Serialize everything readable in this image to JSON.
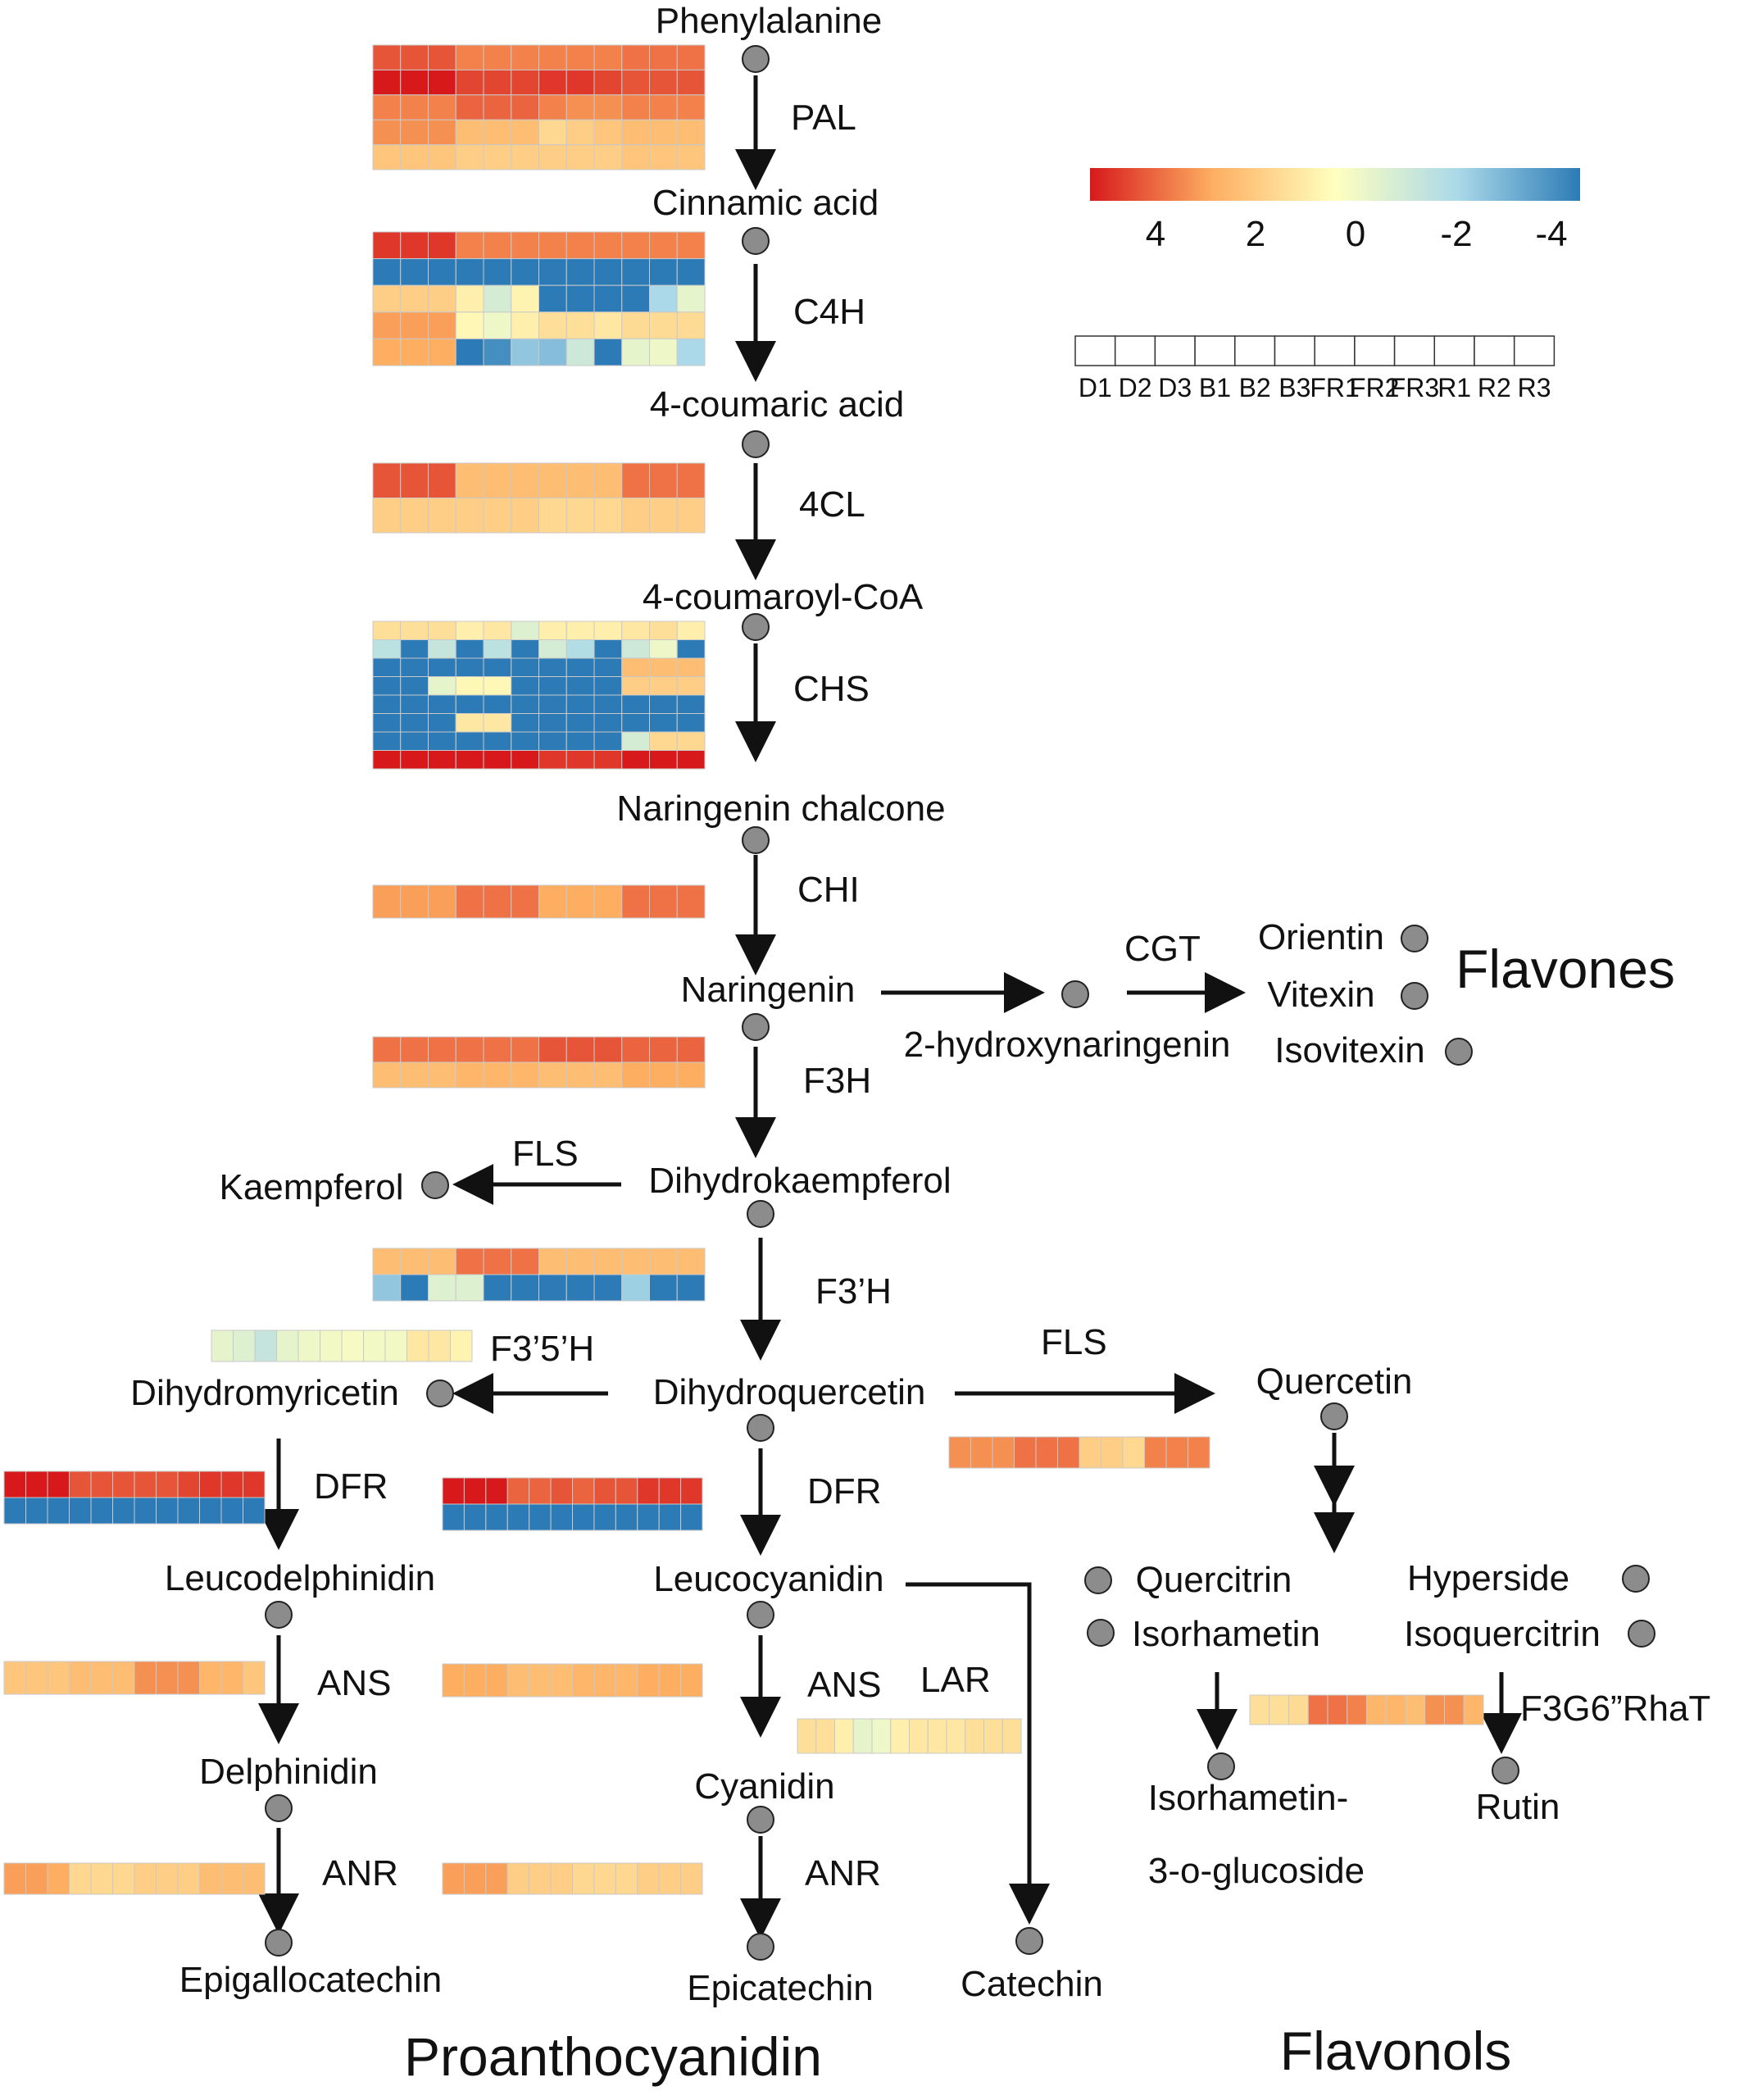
{
  "labels": {
    "phenylalanine": "Phenylalanine",
    "cinnamic": "Cinnamic acid",
    "coumaric": "4-coumaric acid",
    "coumaroyl": "4-coumaroyl-CoA",
    "chalcone": "Naringenin chalcone",
    "naringenin": "Naringenin",
    "hydroxynaringenin": "2-hydroxynaringenin",
    "orientin": "Orientin",
    "vitexin": "Vitexin",
    "isovitexin": "Isovitexin",
    "dihydrokaempferol": "Dihydrokaempferol",
    "kaempferol": "Kaempferol",
    "dihydroquercetin": "Dihydroquercetin",
    "dihydromyricetin": "Dihydromyricetin",
    "quercetin": "Quercetin",
    "leucodelphinidin": "Leucodelphinidin",
    "leucocyanidin": "Leucocyanidin",
    "quercitrin": "Quercitrin",
    "isorhametin": "Isorhametin",
    "hyperside": "Hyperside",
    "isoquercitrin": "Isoquercitrin",
    "delphinidin": "Delphinidin",
    "cyanidin": "Cyanidin",
    "isorhametin_glc_1": "Isorhametin-",
    "isorhametin_glc_2": "3-o-glucoside",
    "rutin": "Rutin",
    "epigallocatechin": "Epigallocatechin",
    "epicatechin": "Epicatechin",
    "catechin": "Catechin"
  },
  "enzymes": {
    "pal": "PAL",
    "c4h": "C4H",
    "cl4": "4CL",
    "chs": "CHS",
    "chi": "CHI",
    "cgt": "CGT",
    "f3h": "F3H",
    "fls_left": "FLS",
    "f3ph": "F3’H",
    "f35h": "F3’5’H",
    "fls_right": "FLS",
    "dfr_left": "DFR",
    "dfr_right": "DFR",
    "ans_left": "ANS",
    "ans_right": "ANS",
    "lar": "LAR",
    "f3g6": "F3G6”RhaT",
    "anr_left": "ANR",
    "anr_right": "ANR"
  },
  "groups": {
    "flavones": "Flavones",
    "proanthocyanidin": "Proanthocyanidin",
    "flavonols": "Flavonols"
  },
  "legend": {
    "ticks": [
      "4",
      "2",
      "0",
      "-2",
      "-4"
    ],
    "range": [
      4,
      -4
    ],
    "samples": [
      "D1",
      "D2",
      "D3",
      "B1",
      "B2",
      "B3",
      "FR1",
      "FR2",
      "FR3",
      "R1",
      "R2",
      "R3"
    ],
    "colors": [
      "#d7191c",
      "#fdae61",
      "#ffffbf",
      "#abd9e9",
      "#2c7bb6"
    ]
  },
  "heatmaps": {
    "PAL": [
      [
        3.2,
        3.2,
        3.2,
        2.6,
        2.6,
        2.6,
        2.6,
        2.6,
        2.6,
        2.8,
        2.8,
        2.8
      ],
      [
        4.2,
        4.0,
        4.0,
        3.4,
        3.4,
        3.4,
        3.6,
        3.6,
        3.4,
        3.2,
        3.2,
        3.2
      ],
      [
        2.6,
        2.6,
        2.6,
        3.0,
        3.0,
        3.0,
        2.6,
        2.4,
        2.4,
        2.6,
        2.6,
        2.6
      ],
      [
        2.4,
        2.4,
        2.4,
        1.6,
        1.6,
        1.6,
        1.0,
        1.2,
        1.4,
        1.6,
        1.6,
        1.6
      ],
      [
        1.4,
        1.4,
        1.4,
        1.2,
        1.2,
        1.2,
        1.2,
        1.2,
        1.2,
        1.4,
        1.4,
        1.4
      ]
    ],
    "C4H": [
      [
        3.6,
        3.6,
        3.6,
        2.6,
        2.6,
        2.6,
        2.6,
        2.6,
        2.6,
        2.6,
        2.6,
        2.6
      ],
      [
        -4.2,
        -4.2,
        -4.2,
        -4.2,
        -4.2,
        -4.2,
        -4.2,
        -4.2,
        -4.2,
        -4.2,
        -4.2,
        -4.2
      ],
      [
        1.2,
        1.2,
        1.2,
        0.4,
        -1.0,
        0.3,
        -4.0,
        -4.0,
        -4.0,
        -4.0,
        -2.0,
        -0.6
      ],
      [
        2.2,
        2.2,
        2.2,
        0.2,
        -0.4,
        0.4,
        0.8,
        0.8,
        0.6,
        0.9,
        0.9,
        0.9
      ],
      [
        2.0,
        2.0,
        2.0,
        -4.0,
        -3.6,
        -2.4,
        -2.6,
        -1.2,
        -4.0,
        -0.6,
        -0.4,
        -2.0
      ]
    ],
    "4CL": [
      [
        3.2,
        3.2,
        3.2,
        1.6,
        1.6,
        1.6,
        1.6,
        1.6,
        1.6,
        2.8,
        2.8,
        2.8
      ],
      [
        1.2,
        1.2,
        1.2,
        1.2,
        1.2,
        1.2,
        1.0,
        1.0,
        1.0,
        1.2,
        1.2,
        1.2
      ]
    ],
    "CHS": [
      [
        0.8,
        0.8,
        0.8,
        0.4,
        0.6,
        -0.8,
        0.4,
        0.4,
        0.4,
        0.6,
        0.8,
        0.4
      ],
      [
        -1.6,
        -4.0,
        -1.4,
        -4.0,
        -1.6,
        -4.0,
        -1.0,
        -1.8,
        -4.0,
        -1.2,
        -0.4,
        -4.0
      ],
      [
        -4.0,
        -4.0,
        -4.0,
        -4.0,
        -4.0,
        -4.0,
        -4.0,
        -4.0,
        -4.0,
        1.6,
        1.6,
        1.6
      ],
      [
        -4.0,
        -4.0,
        -0.6,
        0.2,
        0.2,
        -4.0,
        -4.0,
        -4.0,
        -4.0,
        1.2,
        1.2,
        1.2
      ],
      [
        -4.0,
        -4.0,
        -4.0,
        -4.0,
        -4.0,
        -4.0,
        -4.0,
        -4.0,
        -4.0,
        -4.0,
        -4.0,
        -4.0
      ],
      [
        -4.0,
        -4.0,
        -4.0,
        0.6,
        0.6,
        -4.0,
        -4.0,
        -4.0,
        -4.0,
        -4.0,
        -4.0,
        -4.0
      ],
      [
        -4.0,
        -4.0,
        -4.0,
        -4.0,
        -4.0,
        -4.0,
        -4.0,
        -4.0,
        -4.0,
        -1.0,
        1.0,
        1.0
      ],
      [
        4.2,
        4.2,
        4.2,
        4.0,
        4.0,
        4.0,
        3.6,
        3.6,
        3.6,
        4.2,
        4.2,
        4.2
      ]
    ],
    "CHI": [
      [
        2.2,
        2.2,
        2.2,
        2.8,
        2.8,
        2.8,
        2.0,
        2.0,
        2.0,
        2.8,
        2.8,
        2.8
      ]
    ],
    "F3H": [
      [
        2.8,
        2.8,
        2.8,
        2.8,
        2.8,
        2.8,
        3.2,
        3.2,
        3.2,
        3.0,
        3.0,
        3.0
      ],
      [
        1.6,
        1.6,
        1.6,
        1.8,
        1.8,
        1.8,
        1.6,
        1.6,
        1.6,
        2.0,
        2.0,
        2.0
      ]
    ],
    "F3pH": [
      [
        1.6,
        1.6,
        1.6,
        2.8,
        2.8,
        2.8,
        1.6,
        1.6,
        1.6,
        1.6,
        1.6,
        1.6
      ],
      [
        -2.4,
        -4.0,
        -0.8,
        -0.8,
        -4.0,
        -4.0,
        -4.0,
        -4.0,
        -4.0,
        -2.2,
        -4.0,
        -4.0
      ]
    ],
    "F35H": [
      [
        -0.6,
        -0.8,
        -1.4,
        -0.6,
        -0.4,
        -0.3,
        -0.2,
        -0.3,
        -0.3,
        0.6,
        0.6,
        0.3
      ]
    ],
    "DFR_left": [
      [
        4.4,
        4.4,
        4.0,
        3.2,
        3.2,
        3.2,
        3.2,
        3.2,
        3.4,
        3.6,
        3.6,
        3.6
      ],
      [
        -4.2,
        -4.2,
        -4.2,
        -4.2,
        -4.2,
        -4.2,
        -4.2,
        -4.2,
        -4.2,
        -4.2,
        -4.2,
        -4.2
      ]
    ],
    "DFR_right": [
      [
        4.4,
        4.4,
        4.2,
        3.0,
        3.0,
        3.2,
        3.0,
        3.2,
        3.2,
        3.6,
        3.6,
        3.6
      ],
      [
        -4.2,
        -4.2,
        -4.2,
        -4.2,
        -4.2,
        -4.2,
        -4.2,
        -4.2,
        -4.2,
        -4.2,
        -4.2,
        -4.2
      ]
    ],
    "FLS_right": [
      [
        2.4,
        2.4,
        2.4,
        2.8,
        2.8,
        2.8,
        1.2,
        1.2,
        1.0,
        2.6,
        2.6,
        2.6
      ]
    ],
    "ANS_left": [
      [
        1.4,
        1.4,
        1.4,
        1.6,
        1.6,
        1.6,
        2.4,
        2.4,
        2.4,
        1.8,
        1.8,
        1.4
      ]
    ],
    "ANS_right": [
      [
        2.0,
        2.0,
        2.0,
        1.6,
        1.6,
        1.6,
        1.8,
        1.8,
        1.8,
        2.0,
        2.0,
        2.0
      ]
    ],
    "LAR": [
      [
        0.8,
        0.8,
        0.4,
        -0.6,
        -0.4,
        0.4,
        0.6,
        0.6,
        0.6,
        0.8,
        0.8,
        0.8
      ]
    ],
    "F3G6": [
      [
        0.8,
        0.8,
        0.9,
        2.8,
        2.8,
        2.6,
        1.8,
        1.8,
        1.6,
        2.4,
        2.4,
        1.8
      ]
    ],
    "ANR_left": [
      [
        2.2,
        2.2,
        2.0,
        1.0,
        1.0,
        1.0,
        1.2,
        1.2,
        1.2,
        1.6,
        1.6,
        1.6
      ]
    ],
    "ANR_right": [
      [
        2.2,
        2.2,
        2.2,
        1.2,
        1.2,
        1.2,
        1.0,
        1.0,
        1.0,
        1.2,
        1.2,
        1.2
      ]
    ]
  }
}
